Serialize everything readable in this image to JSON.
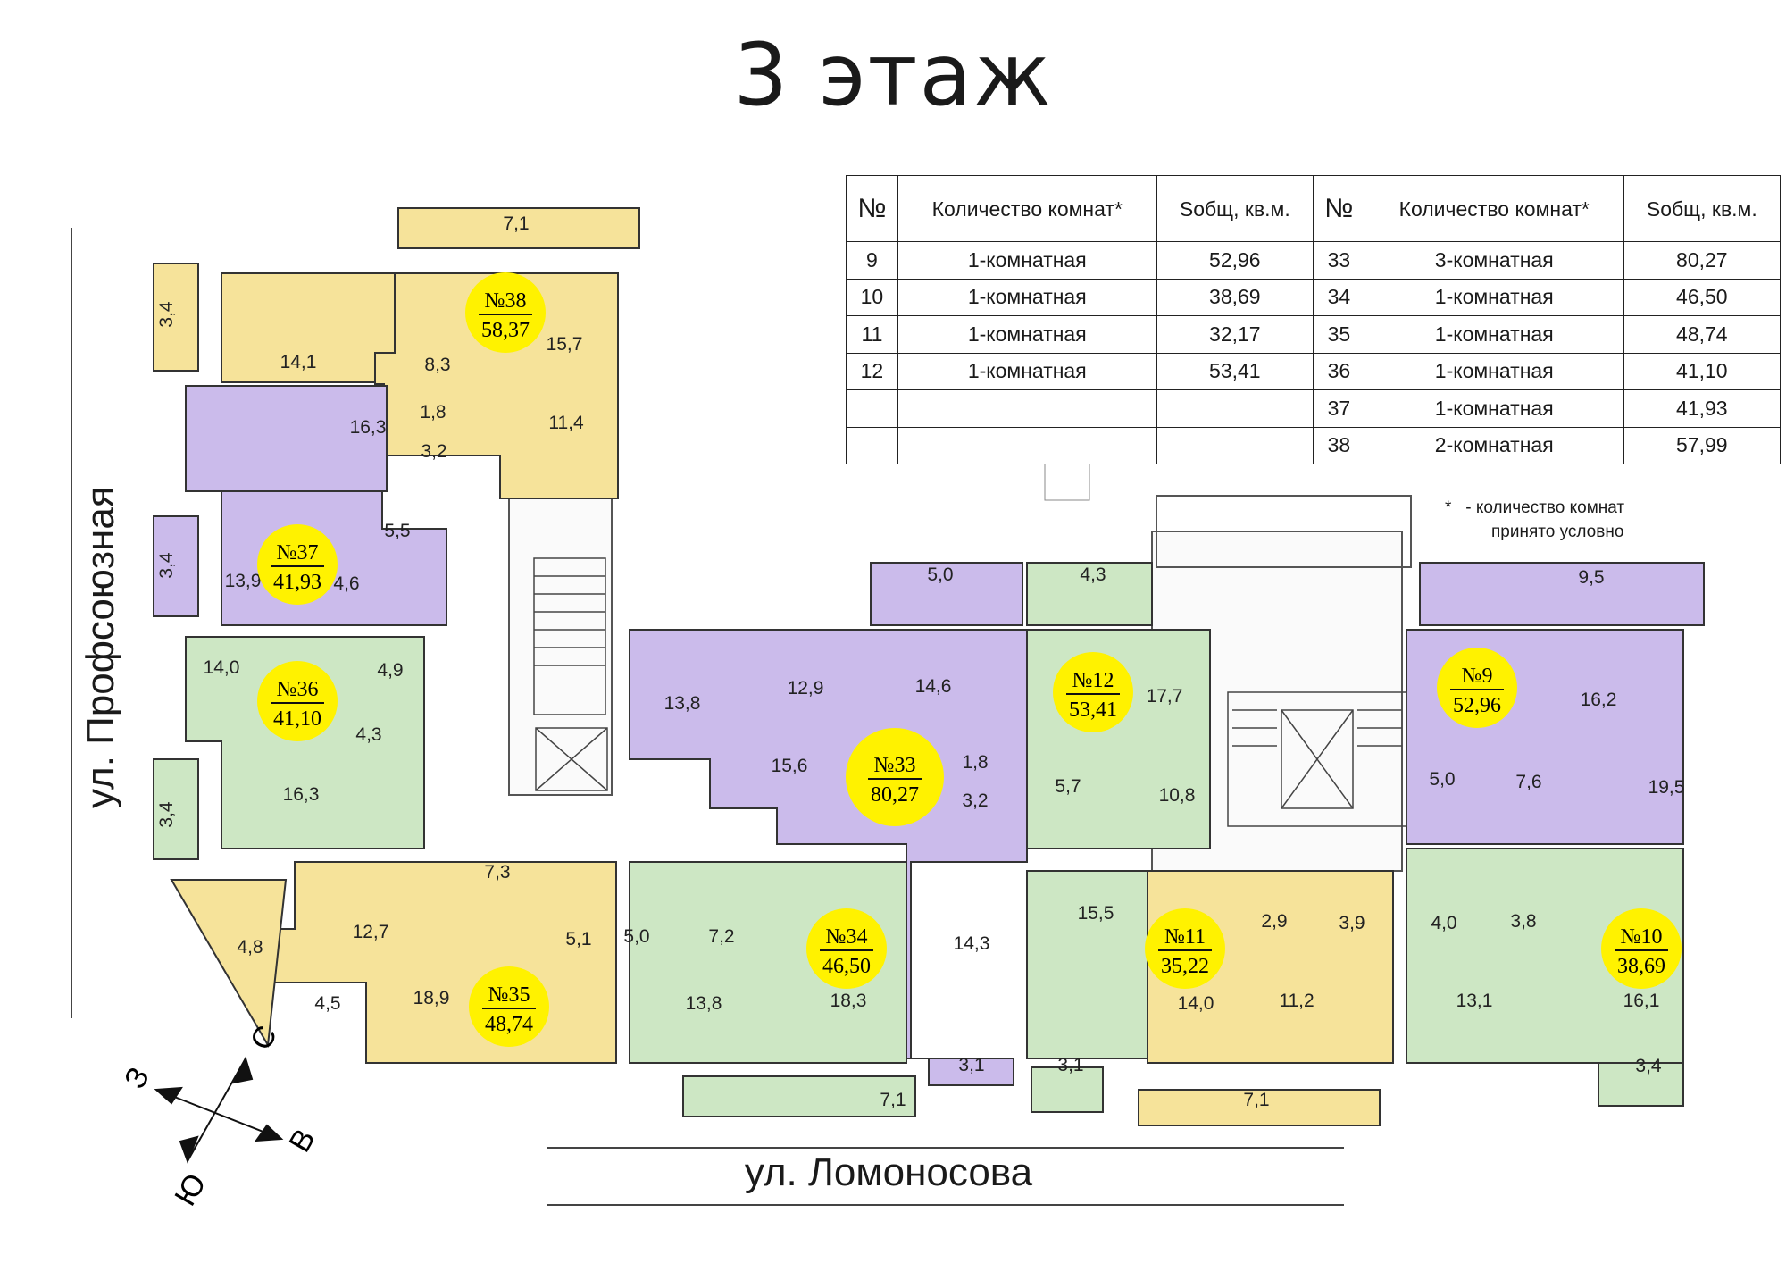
{
  "title": "3 этаж",
  "table": {
    "headers": [
      "№",
      "Количество комнат*",
      "Sобщ, кв.м.",
      "№",
      "Количество комнат*",
      "Sобщ, кв.м."
    ],
    "rows": [
      [
        "9",
        "1-комнатная",
        "52,96",
        "33",
        "3-комнатная",
        "80,27"
      ],
      [
        "10",
        "1-комнатная",
        "38,69",
        "34",
        "1-комнатная",
        "46,50"
      ],
      [
        "11",
        "1-комнатная",
        "32,17",
        "35",
        "1-комнатная",
        "48,74"
      ],
      [
        "12",
        "1-комнатная",
        "53,41",
        "36",
        "1-комнатная",
        "41,10"
      ],
      [
        "",
        "",
        "",
        "37",
        "1-комнатная",
        "41,93"
      ],
      [
        "",
        "",
        "",
        "38",
        "2-комнатная",
        "57,99"
      ]
    ]
  },
  "footnote": {
    "star": "*",
    "text1": "-  количество комнат",
    "text2": "принято условно"
  },
  "streets": {
    "west": "ул. Профсоюзная",
    "south": "ул. Ломоносова"
  },
  "compass": {
    "n": "С",
    "s": "Ю",
    "e": "В",
    "w": "З"
  },
  "colors": {
    "yellow": "#F6E39A",
    "violet": "#CBBBEB",
    "green": "#CDE7C4",
    "badge": "#FFF200",
    "wall": "#333333"
  },
  "apartments": [
    {
      "num": "№38",
      "area": "58,37",
      "color": "yellow"
    },
    {
      "num": "№37",
      "area": "41,93",
      "color": "violet"
    },
    {
      "num": "№36",
      "area": "41,10",
      "color": "green"
    },
    {
      "num": "№35",
      "area": "48,74",
      "color": "yellow"
    },
    {
      "num": "№34",
      "area": "46,50",
      "color": "green"
    },
    {
      "num": "№33",
      "area": "80,27",
      "color": "violet"
    },
    {
      "num": "№12",
      "area": "53,41",
      "color": "green"
    },
    {
      "num": "№11",
      "area": "35,22",
      "color": "yellow"
    },
    {
      "num": "№9",
      "area": "52,96",
      "color": "violet"
    },
    {
      "num": "№10",
      "area": "38,69",
      "color": "green"
    }
  ],
  "room_labels": [
    "7,1",
    "3,4",
    "14,1",
    "8,3",
    "15,7",
    "16,3",
    "1,8",
    "11,4",
    "3,2",
    "5,5",
    "3,4",
    "13,9",
    "4,6",
    "14,0",
    "4,9",
    "4,3",
    "16,3",
    "3,4",
    "12,7",
    "7,3",
    "5,1",
    "4,8",
    "4,5",
    "18,9",
    "5,0",
    "7,2",
    "13,8",
    "18,3",
    "5,0",
    "4,3",
    "9,5",
    "13,8",
    "12,9",
    "14,6",
    "17,7",
    "16,2",
    "15,6",
    "1,8",
    "3,2",
    "5,7",
    "10,8",
    "5,0",
    "7,6",
    "19,5",
    "14,3",
    "15,5",
    "2,9",
    "3,9",
    "4,0",
    "3,8",
    "14,0",
    "11,2",
    "13,1",
    "16,1",
    "3,1",
    "3,1",
    "7,1",
    "7,1",
    "3,4"
  ]
}
